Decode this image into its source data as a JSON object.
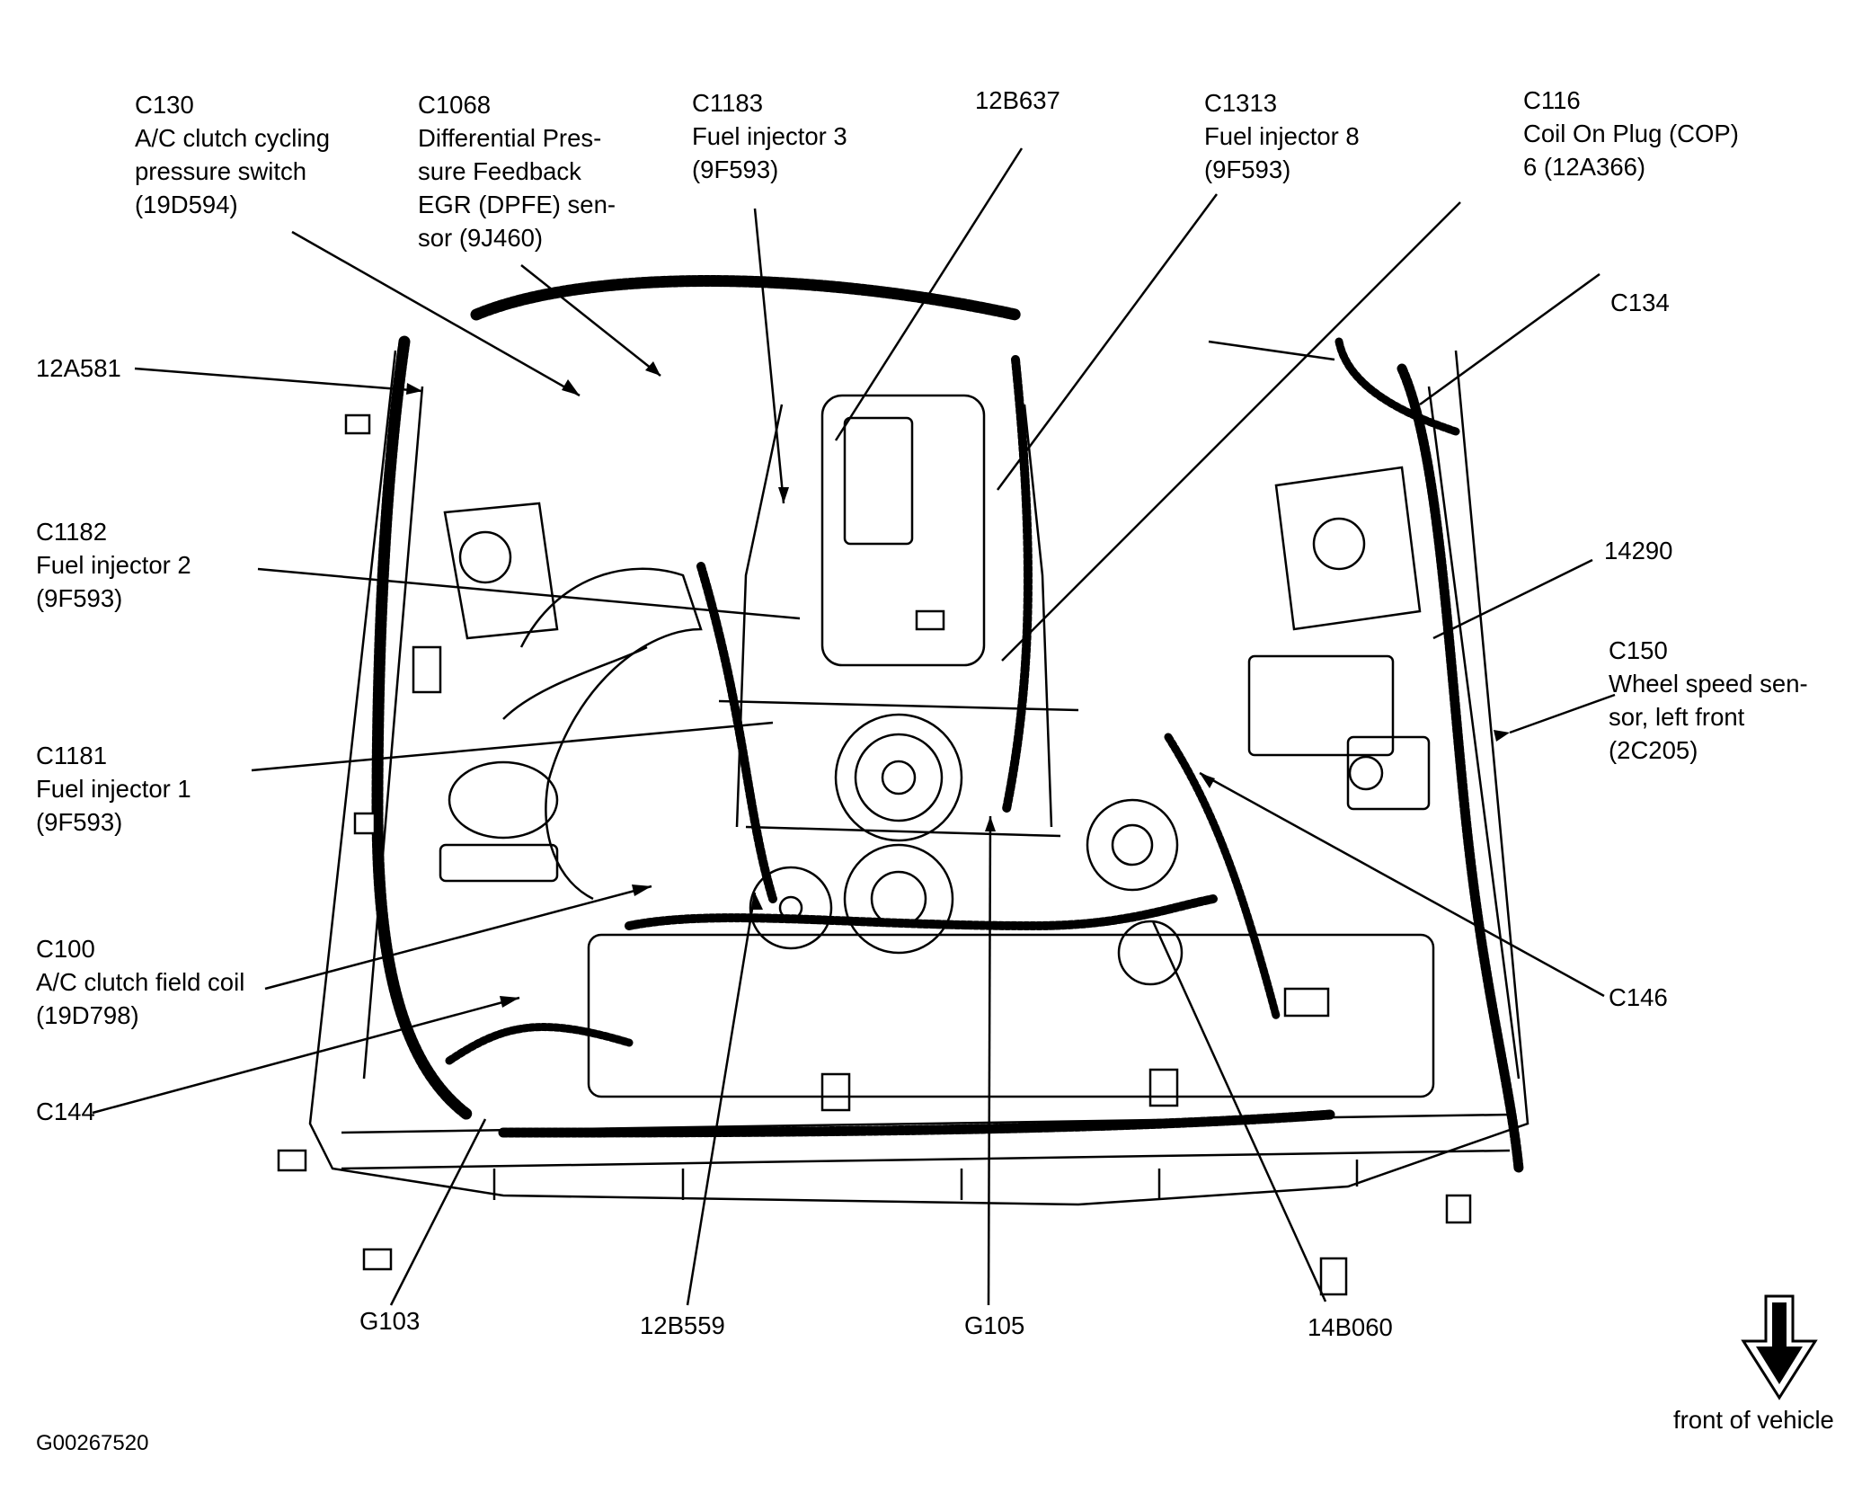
{
  "callouts": {
    "c130": {
      "lines": [
        "C130",
        "A/C clutch cycling",
        "pressure switch",
        "(19D594)"
      ]
    },
    "c1068": {
      "lines": [
        "C1068",
        "Differential Pres-",
        "sure Feedback",
        "EGR (DPFE) sen-",
        "sor (9J460)"
      ]
    },
    "c1183": {
      "lines": [
        "C1183",
        "Fuel injector 3",
        "(9F593)"
      ]
    },
    "p12b637": {
      "lines": [
        "12B637"
      ]
    },
    "c1313": {
      "lines": [
        "C1313",
        "Fuel injector 8",
        "(9F593)"
      ]
    },
    "c116": {
      "lines": [
        "C116",
        "Coil On Plug (COP)",
        "6 (12A366)"
      ]
    },
    "p12a581": {
      "lines": [
        "12A581"
      ]
    },
    "c134": {
      "lines": [
        "C134"
      ]
    },
    "c1182": {
      "lines": [
        "C1182",
        "Fuel injector 2",
        "(9F593)"
      ]
    },
    "p14290": {
      "lines": [
        "14290"
      ]
    },
    "c150": {
      "lines": [
        "C150",
        "Wheel speed sen-",
        "sor, left front",
        "(2C205)"
      ]
    },
    "c1181": {
      "lines": [
        "C1181",
        "Fuel injector 1",
        "(9F593)"
      ]
    },
    "c100": {
      "lines": [
        "C100",
        "A/C clutch field coil",
        "(19D798)"
      ]
    },
    "c146": {
      "lines": [
        "C146"
      ]
    },
    "c144": {
      "lines": [
        "C144"
      ]
    },
    "g103": {
      "lines": [
        "G103"
      ]
    },
    "p12b559": {
      "lines": [
        "12B559"
      ]
    },
    "g105": {
      "lines": [
        "G105"
      ]
    },
    "p14b060": {
      "lines": [
        "14B060"
      ]
    }
  },
  "orientation_label": "front of vehicle",
  "figure_code": "G00267520"
}
